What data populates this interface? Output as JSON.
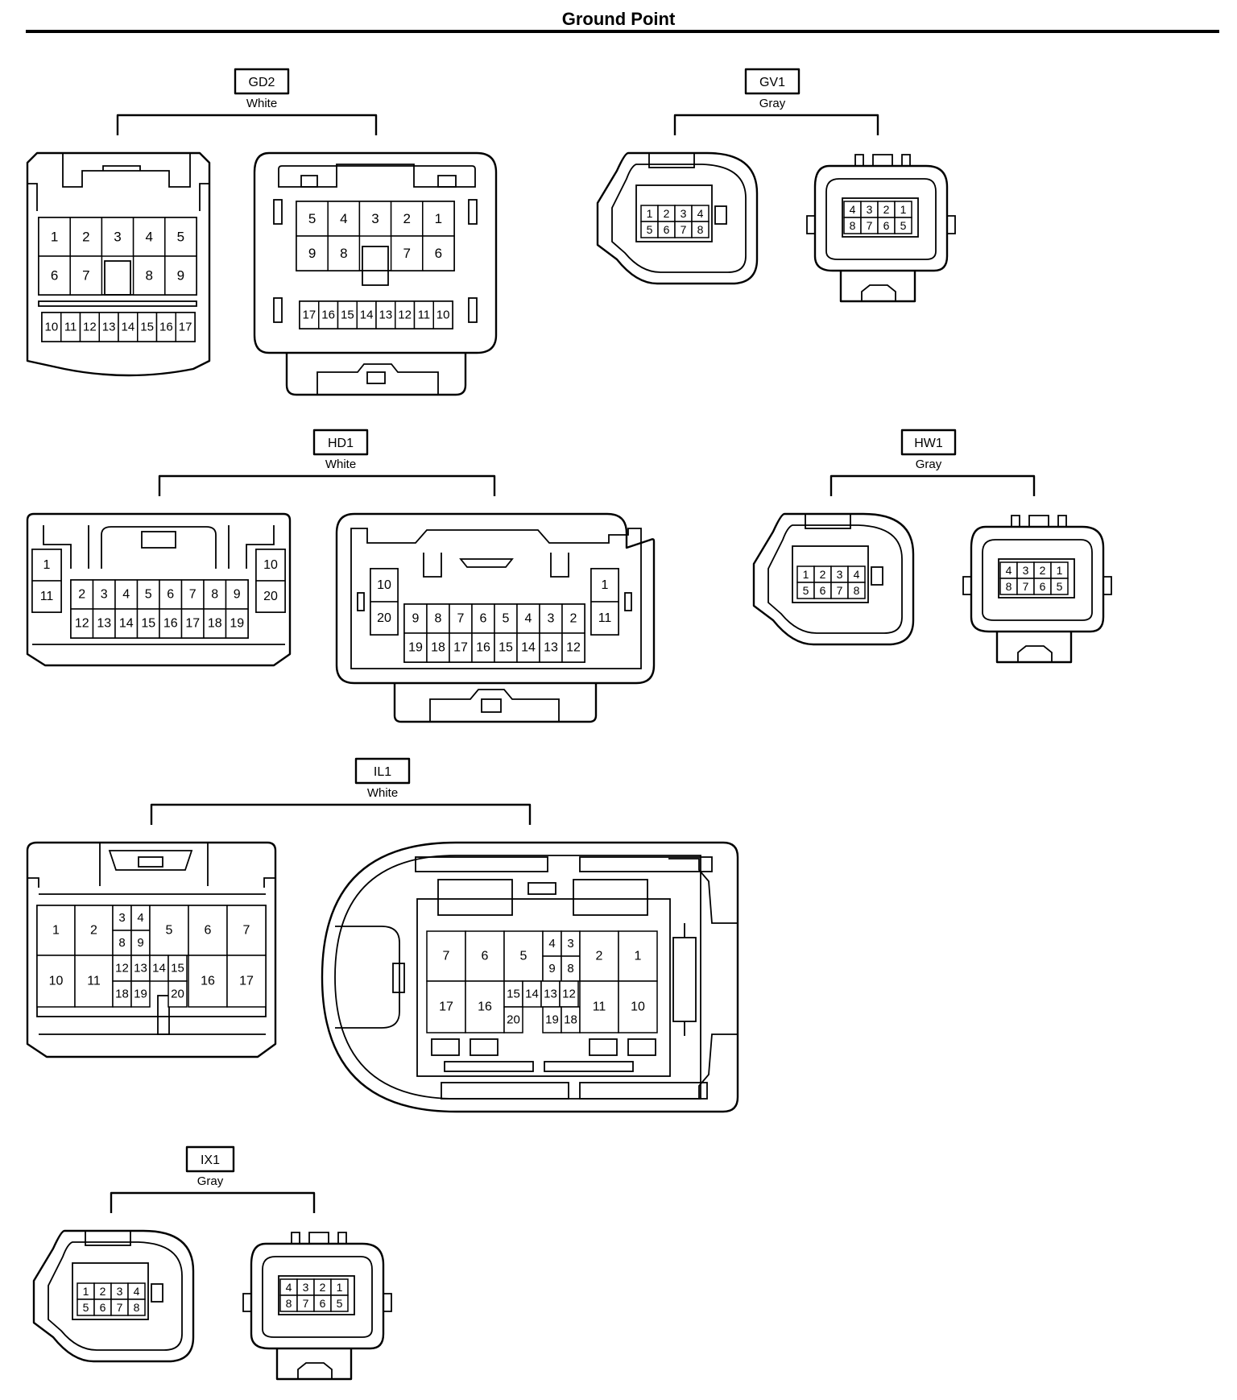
{
  "title": "Ground Point",
  "connectors": [
    {
      "id": "GD2",
      "color": "White"
    },
    {
      "id": "GV1",
      "color": "Gray"
    },
    {
      "id": "HD1",
      "color": "White"
    },
    {
      "id": "HW1",
      "color": "Gray"
    },
    {
      "id": "IL1",
      "color": "White"
    },
    {
      "id": "IX1",
      "color": "Gray"
    }
  ]
}
